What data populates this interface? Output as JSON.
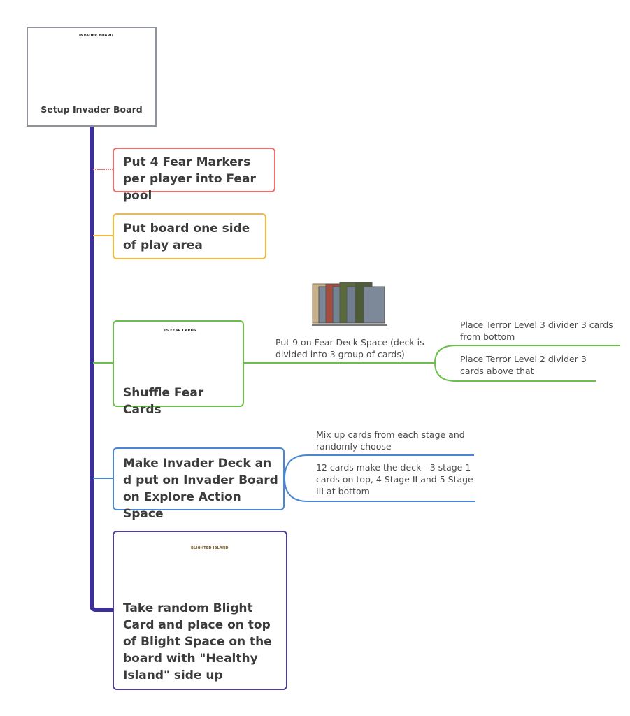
{
  "root": {
    "title": "Setup Invader Board",
    "image_caption": "INVADER BOARD"
  },
  "nodes": {
    "fear_markers": "Put 4 Fear Markers per player into Fear pool",
    "board_side": "Put board one side of play area",
    "shuffle_fear": "Shuffle Fear Cards",
    "fear_cards_caption": "15 FEAR CARDS",
    "invader_deck": "Make Invader Deck an d put on Invader Board on Explore Action Space",
    "blight": "Take random Blight Card and place on top of Blight Space on the board with \"Healthy Island\" side up",
    "blight_card_caption": "BLIGHTED ISLAND"
  },
  "notes": {
    "fear_deck": "Put 9 on Fear Deck Space (deck is divided into 3 group of cards)",
    "terror3": "Place Terror Level 3 divider 3 cards from bottom",
    "terror2": "Place Terror Level  2 divider 3 cards above that",
    "mix_cards": "Mix up cards from each stage and randomly choose",
    "twelve_cards": "12 cards make the deck - 3 stage 1 cards on top, 4 Stage II and 5 Stage III at bottom"
  },
  "colors": {
    "trunk": "#3b2f9a",
    "red": "#ef6f6a",
    "yellow": "#f6b73c",
    "green": "#6cbf4a",
    "blue": "#4a86d6",
    "purple": "#4b3f9e"
  }
}
